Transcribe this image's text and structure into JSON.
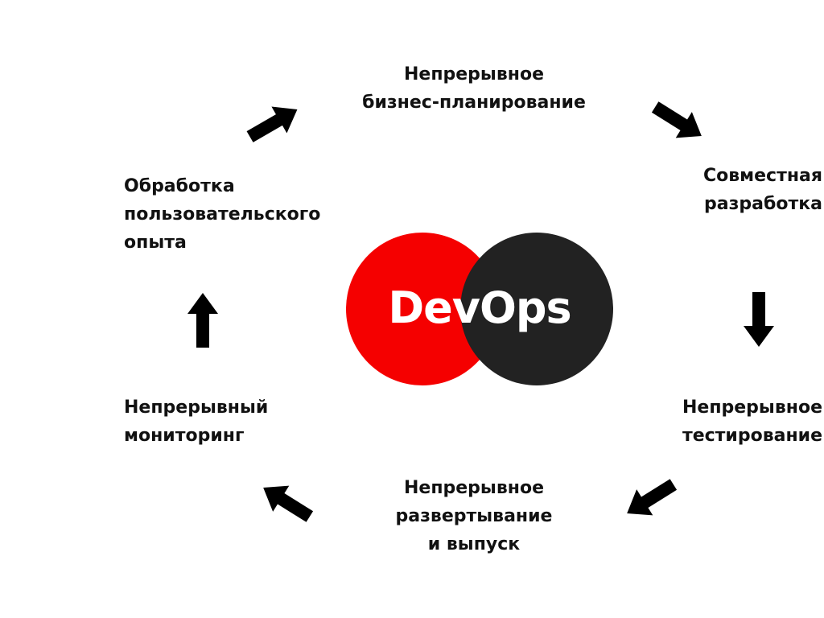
{
  "center": {
    "logo_text": "DevOps",
    "left_circle_color": "#f50000",
    "right_circle_color": "#222222"
  },
  "stages": {
    "planning": [
      "Непрерывное",
      "бизнес-планирование"
    ],
    "development": [
      "Совместная",
      "разработка"
    ],
    "testing": [
      "Непрерывное",
      "тестирование"
    ],
    "deployment": [
      "Непрерывное",
      "развертывание",
      "и выпуск"
    ],
    "monitoring": [
      "Непрерывный",
      "мониторинг"
    ],
    "feedback": [
      "Обработка",
      "пользовательского",
      "опыта"
    ]
  },
  "arrow_color": "#000000"
}
